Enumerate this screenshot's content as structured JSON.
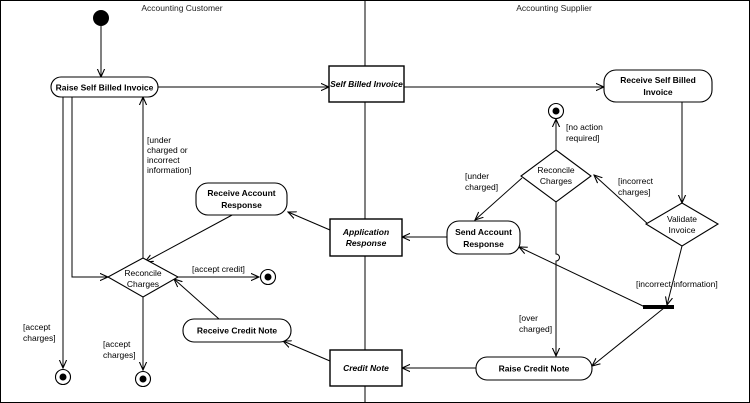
{
  "lanes": {
    "left": "Accounting Customer",
    "right": "Accounting Supplier"
  },
  "activities": {
    "raise_self_billed_invoice": "Raise Self Billed Invoice",
    "receive_account_response": [
      "Receive Account",
      "Response"
    ],
    "receive_credit_note": "Receive Credit Note",
    "receive_self_billed_invoice": [
      "Receive Self Billed",
      "Invoice"
    ],
    "send_account_response": [
      "Send Account",
      "Response"
    ],
    "raise_credit_note": "Raise Credit Note"
  },
  "objects": {
    "self_billed_invoice": "Self Billed Invoice",
    "application_response": [
      "Application",
      "Response"
    ],
    "credit_note": "Credit Note"
  },
  "decisions": {
    "reconcile_charges_customer": [
      "Reconcile",
      "Charges"
    ],
    "reconcile_charges_supplier": [
      "Reconcile",
      "Charges"
    ],
    "validate_invoice": [
      "Validate",
      "Invoice"
    ]
  },
  "guards": {
    "under_charged_or_incorrect": [
      "[under",
      "charged or",
      "incorrect",
      "information]"
    ],
    "accept_credit": "[accept credit]",
    "accept_charges_left": [
      "[accept",
      "charges]"
    ],
    "accept_charges_mid": [
      "[accept",
      "charges]"
    ],
    "no_action_required": [
      "[no action",
      "required]"
    ],
    "under_charged": [
      "[under",
      "charged]"
    ],
    "incorrect_charges": [
      "[incorrect",
      "charges]"
    ],
    "incorrect_information": "[incorrect information]",
    "over_charged": [
      "[over",
      "charged]"
    ]
  }
}
